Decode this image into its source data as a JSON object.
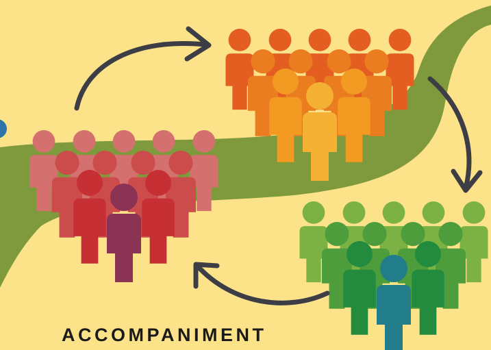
{
  "caption": "ACCOMPANIMENT",
  "colors": {
    "background": "#FCE38A",
    "road": "#7F9A3C",
    "arrow": "#3D3D45",
    "globe": "#2E74A8"
  },
  "groups": [
    {
      "name": "red-group",
      "figures": [
        "#D4716E",
        "#D4716E",
        "#D4716E",
        "#D4716E",
        "#D4716E",
        "#CC4B4B",
        "#CC4B4B",
        "#CC4B4B",
        "#CC4B4B",
        "#C62F33",
        "#C62F33",
        "#8B3355"
      ]
    },
    {
      "name": "orange-group",
      "figures": [
        "#E35E20",
        "#E35E20",
        "#E35E20",
        "#E35E20",
        "#E35E20",
        "#EA7D1F",
        "#EA7D1F",
        "#EA7D1F",
        "#EA7D1F",
        "#F29A22",
        "#F29A22",
        "#F4B133"
      ]
    },
    {
      "name": "green-group",
      "figures": [
        "#7BB243",
        "#7BB243",
        "#7BB243",
        "#7BB243",
        "#7BB243",
        "#4E9D3D",
        "#4E9D3D",
        "#4E9D3D",
        "#4E9D3D",
        "#238B3D",
        "#238B3D",
        "#227D8A"
      ]
    }
  ],
  "arrows": [
    {
      "name": "arrow-red-to-orange",
      "head": "right"
    },
    {
      "name": "arrow-orange-to-green",
      "head": "down"
    },
    {
      "name": "arrow-green-to-red",
      "head": "left"
    }
  ]
}
